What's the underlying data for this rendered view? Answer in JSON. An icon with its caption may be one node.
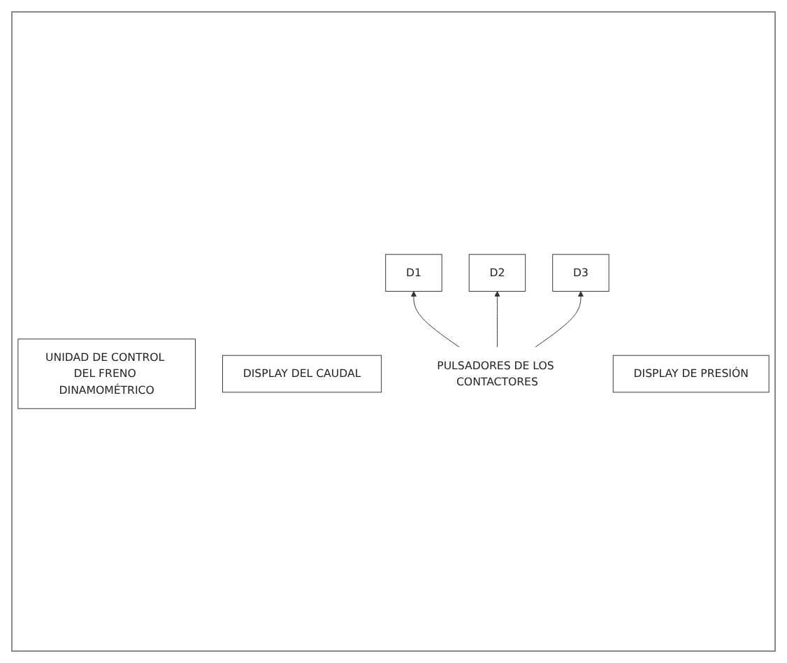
{
  "diagram": {
    "nodes": [
      {
        "text": [
          "UNIDAD DE CONTROL DEL FRENO DINAMOMÉTRICO"
        ]
      },
      {
        "text": [
          "DISPLAY DEL CAUDAL"
        ]
      },
      {
        "text": [
          "D1"
        ]
      },
      {
        "text": [
          "D2"
        ]
      },
      {
        "text": [
          "D3"
        ]
      },
      {
        "text": [
          "PULSADORES DE LOS CONTACTORES"
        ]
      },
      {
        "text": [
          "DISPLAY DE PRESIÓN"
        ]
      }
    ],
    "edges": [
      {
        "from": 5,
        "to": 2,
        "arrow": "to"
      },
      {
        "from": 5,
        "to": 3,
        "arrow": "to"
      },
      {
        "from": 5,
        "to": 4,
        "arrow": "to"
      }
    ]
  }
}
